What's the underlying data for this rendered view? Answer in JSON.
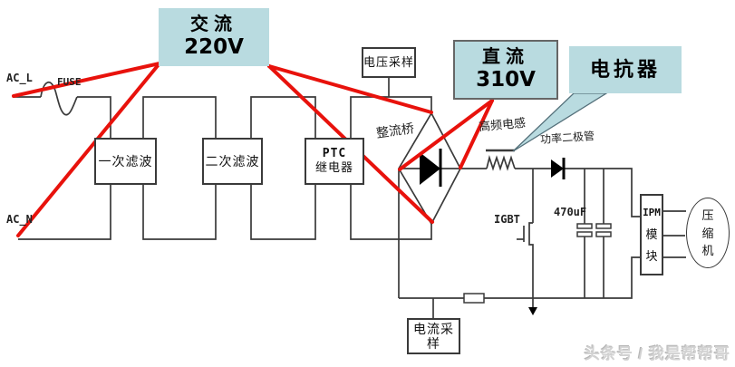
{
  "colors": {
    "callout_bg": "#b9dbe0",
    "annotation_red": "#e8120c",
    "wire": "#3a3a3a"
  },
  "callouts": {
    "ac": {
      "line1": "交流",
      "line2": "220V"
    },
    "dc": {
      "line1": "直流",
      "line2": "310V"
    },
    "reactor": "电抗器"
  },
  "io_labels": {
    "ac_l": "AC_L",
    "fuse": "FUSE",
    "ac_n": "AC_N"
  },
  "blocks": {
    "primary_filter": "一次滤波",
    "secondary_filter": "二次滤波",
    "ptc": {
      "line1": "PTC",
      "line2": "继电器"
    },
    "voltage_sample": "电压采样",
    "current_sample": "电流采样",
    "ipm": {
      "line1": "IPM",
      "line2": "模",
      "line3": "块"
    },
    "compressor": {
      "line1": "压",
      "line2": "缩",
      "line3": "机"
    }
  },
  "component_labels": {
    "rectifier_bridge": "整流桥",
    "hf_inductor": "高频电感",
    "power_diode": "功率二极管",
    "igbt": "IGBT",
    "capacitor": "470uF"
  },
  "watermark": "头条号 / 我是帮帮哥"
}
